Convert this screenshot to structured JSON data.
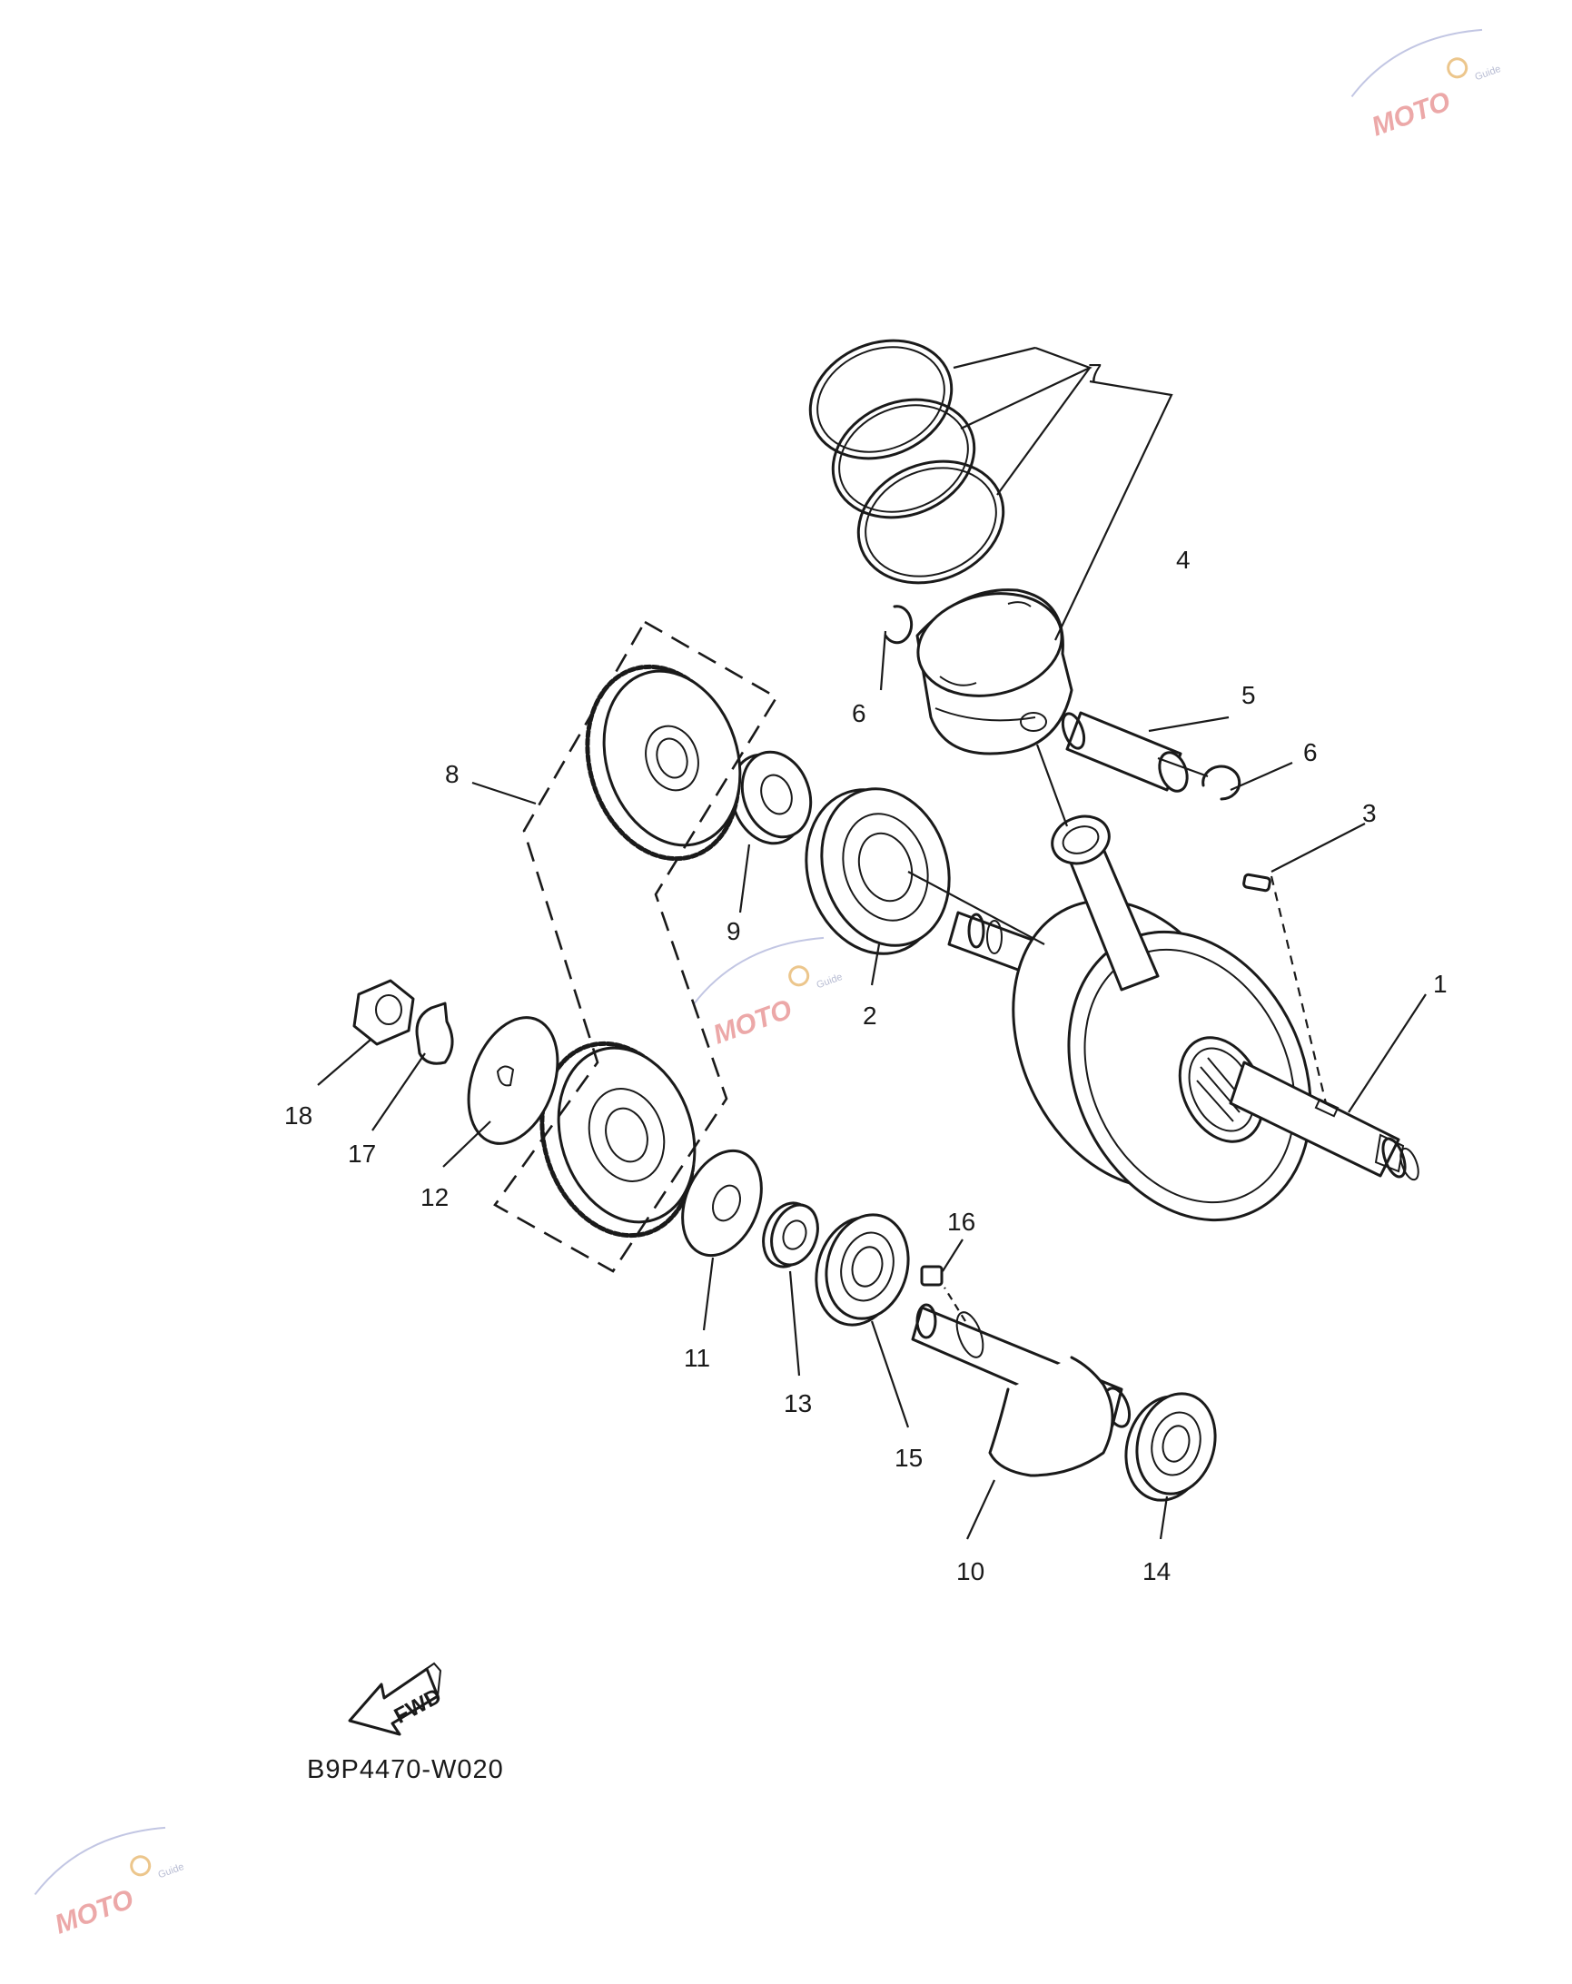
{
  "diagram": {
    "callouts": {
      "p1": "1",
      "p2": "2",
      "p3": "3",
      "p4": "4",
      "p5": "5",
      "p6a": "6",
      "p6b": "6",
      "p7": "7",
      "p8": "8",
      "p9": "9",
      "p10": "10",
      "p11": "11",
      "p12": "12",
      "p13": "13",
      "p14": "14",
      "p15": "15",
      "p16": "16",
      "p17": "17",
      "p18": "18"
    },
    "fwd_label": "FWD",
    "drawing_code": "B9P4470-W020"
  },
  "watermark": {
    "brand": "MOTO",
    "sub": "Guide",
    "color": "#e07070"
  }
}
